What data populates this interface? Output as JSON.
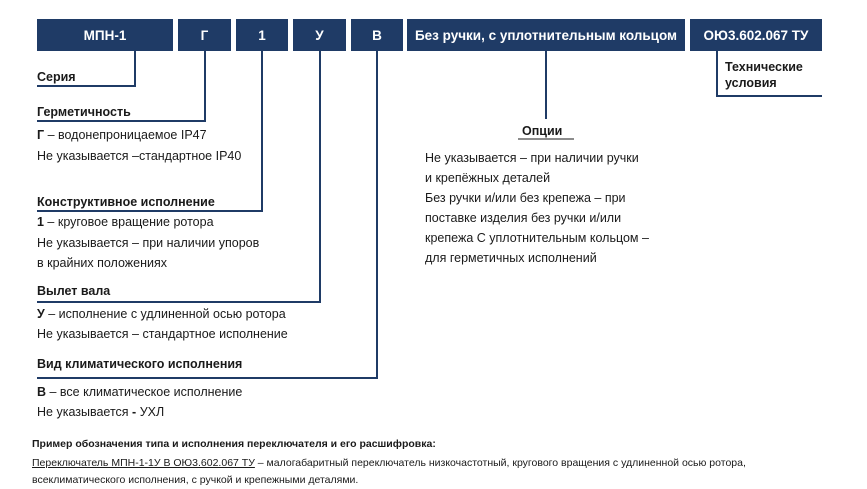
{
  "codes": {
    "series": "МПН-1",
    "sealing": "Г",
    "design": "1",
    "shaft": "У",
    "climate": "В",
    "options": "Без ручки, с уплотнительным кольцом",
    "spec": "ОЮ3.602.067 ТУ"
  },
  "labels": {
    "series": "Серия",
    "sealing_title": "Герметичность",
    "sealing_line1_code": "Г",
    "sealing_line1_text": " – водонепроницаемое IP47",
    "sealing_line2": "Не указывается –стандартное IP40",
    "design_title": "Конструктивное исполнение",
    "design_line1_code": "1",
    "design_line1_text": " – круговое вращение ротора",
    "design_line2": "Не указывается – при наличии упоров",
    "design_line3": "в крайних положениях",
    "shaft_title": "Вылет вала",
    "shaft_line1_code": "У",
    "shaft_line1_text": " – исполнение с удлиненной осью ротора",
    "shaft_line2": "Не указывается – стандартное исполнение",
    "climate_title": "Вид климатического исполнения",
    "climate_line1_code": "В",
    "climate_line1_text": " – все климатическое исполнение",
    "climate_line2_a": "Не указывается ",
    "climate_line2_b": "- ",
    "climate_line2_c": "УХЛ",
    "spec_title_1": "Технические",
    "spec_title_2": "условия",
    "options_title": "Опции",
    "options_lines": [
      "Не указывается – при наличии ручки",
      "и крепёжных деталей",
      "Без ручки и/или без крепежа – при",
      "поставке изделия без ручки и/или",
      "крепежа С уплотнительным кольцом –",
      "для герметичных исполнений"
    ]
  },
  "example": {
    "title": "Пример обозначения типа и исполнения переключателя и его расшифровка:",
    "underlined": "Переключатель МПН-1-1У В ОЮ3.602.067 ТУ",
    "rest": " – малогабаритный переключатель низкочастотный,   кругового вращения с удлиненной осью ротора,",
    "line2": "всеклиматического исполнения, с ручкой и крепежными деталями."
  },
  "colors": {
    "box": "#1f3b66",
    "text": "#1a1a1a"
  }
}
